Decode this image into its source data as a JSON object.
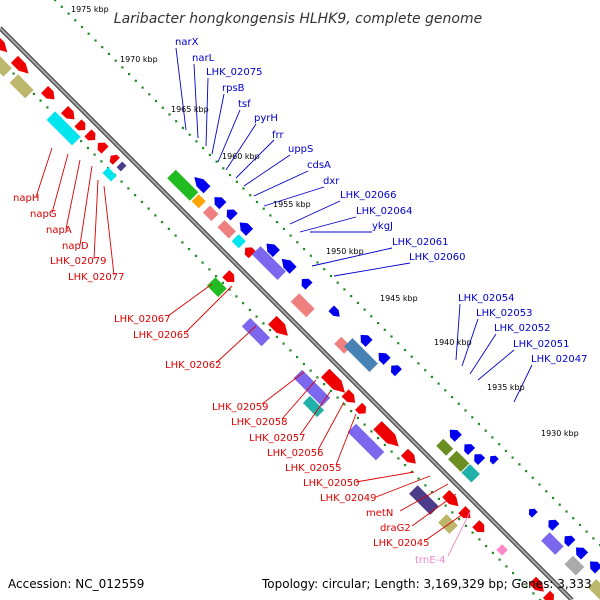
{
  "title": "Laribacter hongkongensis HLHK9, complete genome",
  "footer": {
    "accession": "Accession: NC_012559",
    "topology": "Topology: circular; Length: 3,169,329 bp; Genes: 3,333"
  },
  "scale_labels": [
    "1975 kbp",
    "1970 kbp",
    "1965 kbp",
    "1960 kbp",
    "1955 kbp",
    "1950 kbp",
    "1945 kbp",
    "1940 kbp",
    "1935 kbp",
    "1930 kbp"
  ],
  "colors": {
    "backbone": "#8c8c8c",
    "tick_dot": "#228b22",
    "label_outer": "#0000cc",
    "label_inner": "#dd0000",
    "label_rna": "#ee88cc",
    "gene_blue": "#0000ee",
    "gene_red": "#ee0000",
    "gene_purple": "#7b68ee",
    "gene_darkpurple": "#4b3c8c",
    "gene_khaki": "#bdb76b",
    "gene_green": "#22bb22",
    "gene_olive": "#6b8e23",
    "gene_teal": "#20b2aa",
    "gene_cyan": "#00e5ee",
    "gene_salmon": "#f08080",
    "gene_pink": "#ff88cc",
    "gene_gray": "#aaaaaa",
    "gene_orange": "#ffa500",
    "gene_steel": "#4682b4"
  },
  "labels_outer": [
    "narX",
    "narL",
    "LHK_02075",
    "rpsB",
    "tsf",
    "pyrH",
    "frr",
    "uppS",
    "cdsA",
    "dxr",
    "LHK_02066",
    "LHK_02064",
    "ykgJ",
    "LHK_02061",
    "LHK_02060",
    "LHK_02054",
    "LHK_02053",
    "LHK_02052",
    "LHK_02051",
    "LHK_02047"
  ],
  "labels_inner_top": [
    "napH",
    "napG",
    "napA",
    "napD",
    "LHK_02079",
    "LHK_02077"
  ],
  "labels_inner": [
    "LHK_02067",
    "LHK_02065",
    "LHK_02062",
    "LHK_02059",
    "LHK_02058",
    "LHK_02057",
    "LHK_02056",
    "LHK_02055",
    "LHK_02050",
    "LHK_02049",
    "metN",
    "draG2",
    "LHK_02045"
  ],
  "labels_rna": [
    "trnE-4"
  ]
}
